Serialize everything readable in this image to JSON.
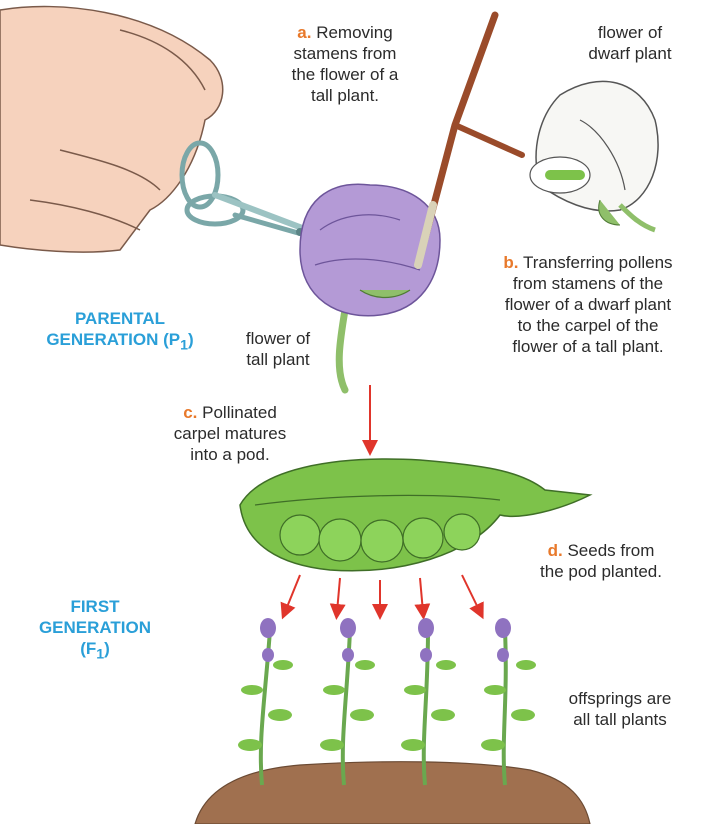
{
  "labels": {
    "a": {
      "tag": "a.",
      "lines": [
        "Removing",
        "stamens from",
        "the flower of a",
        "tall plant."
      ]
    },
    "dwarf_flower": {
      "lines": [
        "flower of",
        "dwarf plant"
      ]
    },
    "b": {
      "tag": "b.",
      "lines": [
        "Transferring pollens",
        "from stamens of the",
        "flower of a dwarf plant",
        "to the carpel of the",
        "flower of a tall plant."
      ]
    },
    "tall_flower": {
      "lines": [
        "flower of",
        "tall plant"
      ]
    },
    "c": {
      "tag": "c.",
      "lines": [
        "Pollinated",
        "carpel matures",
        "into a pod."
      ]
    },
    "d": {
      "tag": "d.",
      "lines": [
        "Seeds from",
        "the pod planted."
      ]
    },
    "offspring": {
      "lines": [
        "offsprings are",
        "all tall plants"
      ]
    }
  },
  "generations": {
    "parental": {
      "line1": "PARENTAL",
      "line2": "GENERATION (P",
      "sub": "1",
      "close": ")"
    },
    "first": {
      "line1": "FIRST",
      "line2": "GENERATION",
      "line3": "(F",
      "sub": "1",
      "close": ")"
    }
  },
  "colors": {
    "label_tag": "#e8792b",
    "generation_text": "#2a9fd8",
    "flower_purple": "#b49ad6",
    "pod_green": "#7dc24a",
    "arrow_red": "#e0352b",
    "soil_brown": "#a0704f"
  }
}
